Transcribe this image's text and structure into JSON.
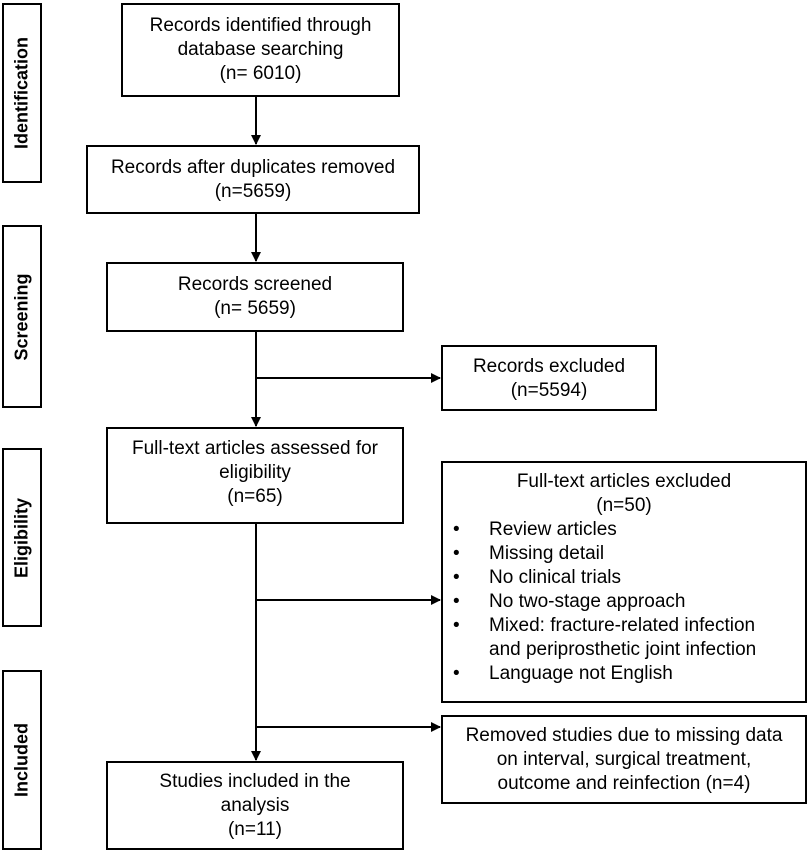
{
  "stages": [
    {
      "id": "identification",
      "label": "Identification"
    },
    {
      "id": "screening",
      "label": "Screening"
    },
    {
      "id": "eligibility",
      "label": "Eligibility"
    },
    {
      "id": "included",
      "label": "Included"
    }
  ],
  "boxes": {
    "identified": {
      "line1": "Records identified through",
      "line2": "database searching",
      "line3": "(n= 6010)"
    },
    "duplicates_removed": {
      "line1": "Records after duplicates removed",
      "line2": "(n=5659)"
    },
    "screened": {
      "line1": "Records screened",
      "line2": "(n= 5659)"
    },
    "excluded": {
      "line1": "Records excluded",
      "line2": "(n=5594)"
    },
    "full_text": {
      "line1": "Full-text articles assessed for",
      "line2": "eligibility",
      "line3": "(n=65)"
    },
    "full_text_excluded": {
      "line1": "Full-text articles excluded",
      "line2": "(n=50)",
      "reasons": [
        "Review articles",
        "Missing detail",
        "No clinical trials",
        "No two-stage approach",
        "Mixed: fracture-related infection",
        "and periprosthetic joint infection",
        "Language not English"
      ]
    },
    "removed_studies": {
      "line1": "Removed studies due to missing data",
      "line2": "on interval, surgical treatment,",
      "line3": "outcome and reinfection (n=4)"
    },
    "included": {
      "line1": "Studies included in the",
      "line2": "analysis",
      "line3": "(n=11)"
    }
  }
}
